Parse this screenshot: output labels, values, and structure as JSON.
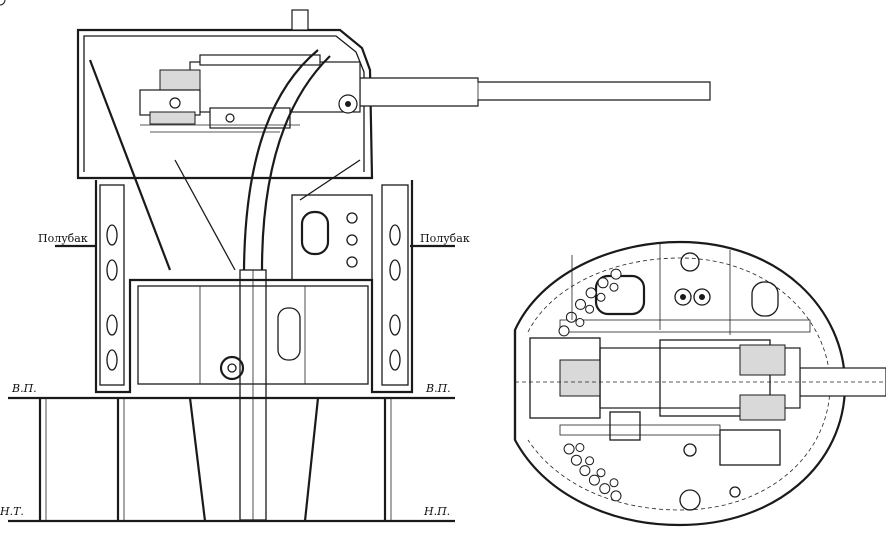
{
  "drawing": {
    "side_view": {
      "label_forecastle_left": "Полубак",
      "label_forecastle_right": "Полубак",
      "label_upper_deck_left": "В.П.",
      "label_upper_deck_right": "В.П.",
      "label_lower_deck_right": "Н.П.",
      "label_lower_deck_left": "Н.Т."
    },
    "plan_view": {}
  }
}
